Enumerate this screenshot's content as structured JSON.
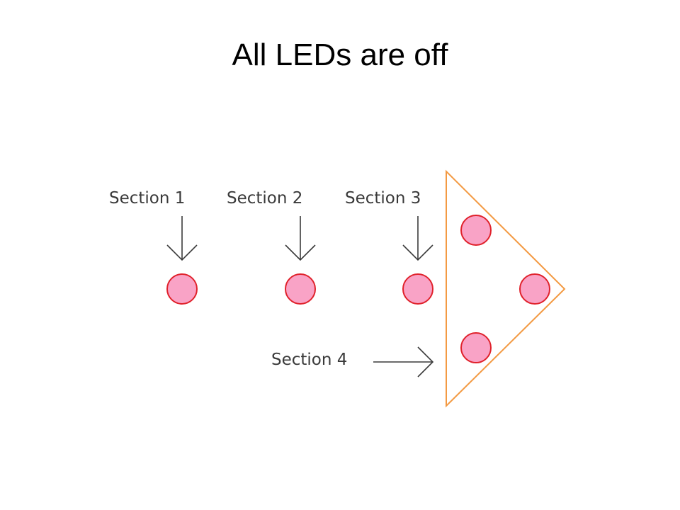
{
  "slide": {
    "title": "All LEDs are off"
  },
  "diagram": {
    "sections": [
      {
        "label": "Section 1"
      },
      {
        "label": "Section 2"
      },
      {
        "label": "Section 3"
      },
      {
        "label": "Section 4"
      }
    ],
    "led_state": "off",
    "colors": {
      "led_fill": "#f9a3c6",
      "led_outline": "#e0212b",
      "triangle_outline": "#f39a43",
      "arrow": "#3a3a3a"
    }
  }
}
